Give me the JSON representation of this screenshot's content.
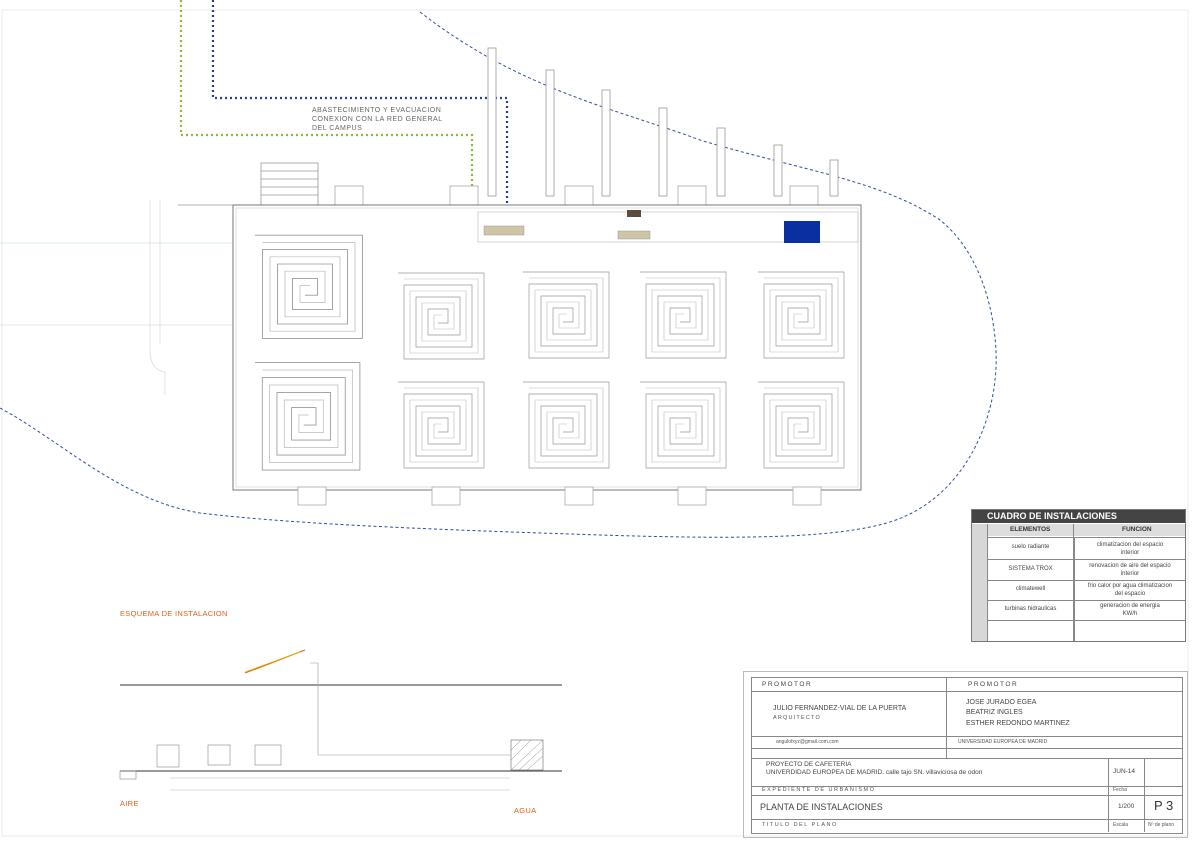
{
  "plan": {
    "connection_note": [
      "ABASTECIMIENTO Y EVACUACION",
      "CONEXION CON LA RED GENERAL",
      "DEL CAMPUS"
    ],
    "colors": {
      "supply_line": "#2b3f8f",
      "evacuation_line": "#8dbb2e",
      "water_tank": "#0a2fa0",
      "boundary": "#2d4fa0",
      "schema_accent": "#e0621a"
    }
  },
  "schema": {
    "title": "ESQUEMA DE INSTALACION",
    "aire_label": "AIRE",
    "agua_label": "AGUA"
  },
  "cuadro": {
    "title": "CUADRO DE INSTALACIONES",
    "col_elementos": "ELEMENTOS",
    "col_funcion": "FUNCION",
    "rows": [
      {
        "elemento": "suelo radiante",
        "funcion": "climatizacion del espacio interior"
      },
      {
        "elemento": "SISTEMA TROX",
        "funcion": "renovacion de aire del espacio interior"
      },
      {
        "elemento": "climatewell",
        "funcion": "frio calor por agua climatizacion del espacio"
      },
      {
        "elemento": "turbinas hidraulicas",
        "funcion": "generacion de energia KW/h"
      }
    ]
  },
  "titleblock": {
    "promotor_label_1": "PROMOTOR",
    "promotor_label_2": "PROMOTOR",
    "architect_name": "JULIO FERNANDEZ-VIAL DE LA PUERTA",
    "architect_role": "ARQUITECTO",
    "authors": [
      "JOSE JURADO EGEA",
      "BEATRIZ INGLES",
      "ESTHER REDONDO MARTINEZ"
    ],
    "email": "angulofxyz@gmail.com.com",
    "university": "UNIVERSIDAD EUROPEA DE MADRID",
    "project_line1": "PROYECTO DE CAFETERIA",
    "project_line2": "UNIVERDIDAD EUROPEA DE MADRID. calle tajo SN. villaviciosa de odon",
    "date": "JUN-14",
    "expediente": "EXPEDIENTE DE URBANISMO",
    "fecha_label": "Fecha",
    "plan_title": "PLANTA DE INSTALACIONES",
    "scale": "1/200",
    "sheet": "P 3",
    "titulo_label": "TITULO DEL PLANO",
    "escala_label": "Escala",
    "n_plano_label": "Nº de plano"
  }
}
